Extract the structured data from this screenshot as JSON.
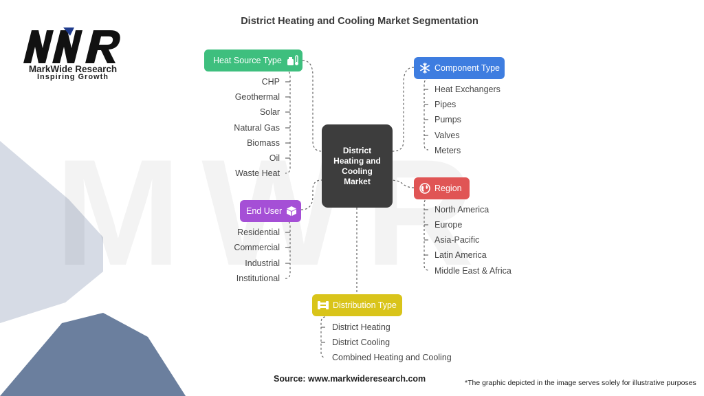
{
  "title": "District Heating and Cooling Market Segmentation",
  "brand": {
    "logo_text": "MWR",
    "name": "MarkWide Research",
    "tagline": "Inspiring Growth"
  },
  "center": {
    "line1": "District",
    "line2": "Heating and",
    "line3": "Cooling",
    "line4": "Market"
  },
  "categories": {
    "heat_source": {
      "label": "Heat Source Type",
      "color": "#3ebf7e",
      "icon": "thermometer-icon",
      "items": [
        "CHP",
        "Geothermal",
        "Solar",
        "Natural Gas",
        "Biomass",
        "Oil",
        "Waste Heat"
      ]
    },
    "end_user": {
      "label": "End User",
      "color": "#a54fd6",
      "icon": "box-icon",
      "items": [
        "Residential",
        "Commercial",
        "Industrial",
        "Institutional"
      ]
    },
    "component": {
      "label": "Component Type",
      "color": "#3e7de0",
      "icon": "snowflake-icon",
      "items": [
        "Heat Exchangers",
        "Pipes",
        "Pumps",
        "Valves",
        "Meters"
      ]
    },
    "region": {
      "label": "Region",
      "color": "#e05555",
      "icon": "globe-icon",
      "items": [
        "North America",
        "Europe",
        "Asia-Pacific",
        "Latin America",
        "Middle East & Africa"
      ]
    },
    "distribution": {
      "label": "Distribution Type",
      "color": "#d9c41a",
      "icon": "pipeline-icon",
      "items": [
        "District Heating",
        "District Cooling",
        "Combined Heating and Cooling"
      ]
    }
  },
  "source": "Source: www.markwideresearch.com",
  "disclaimer": "*The graphic depicted in the image serves solely for illustrative purposes"
}
